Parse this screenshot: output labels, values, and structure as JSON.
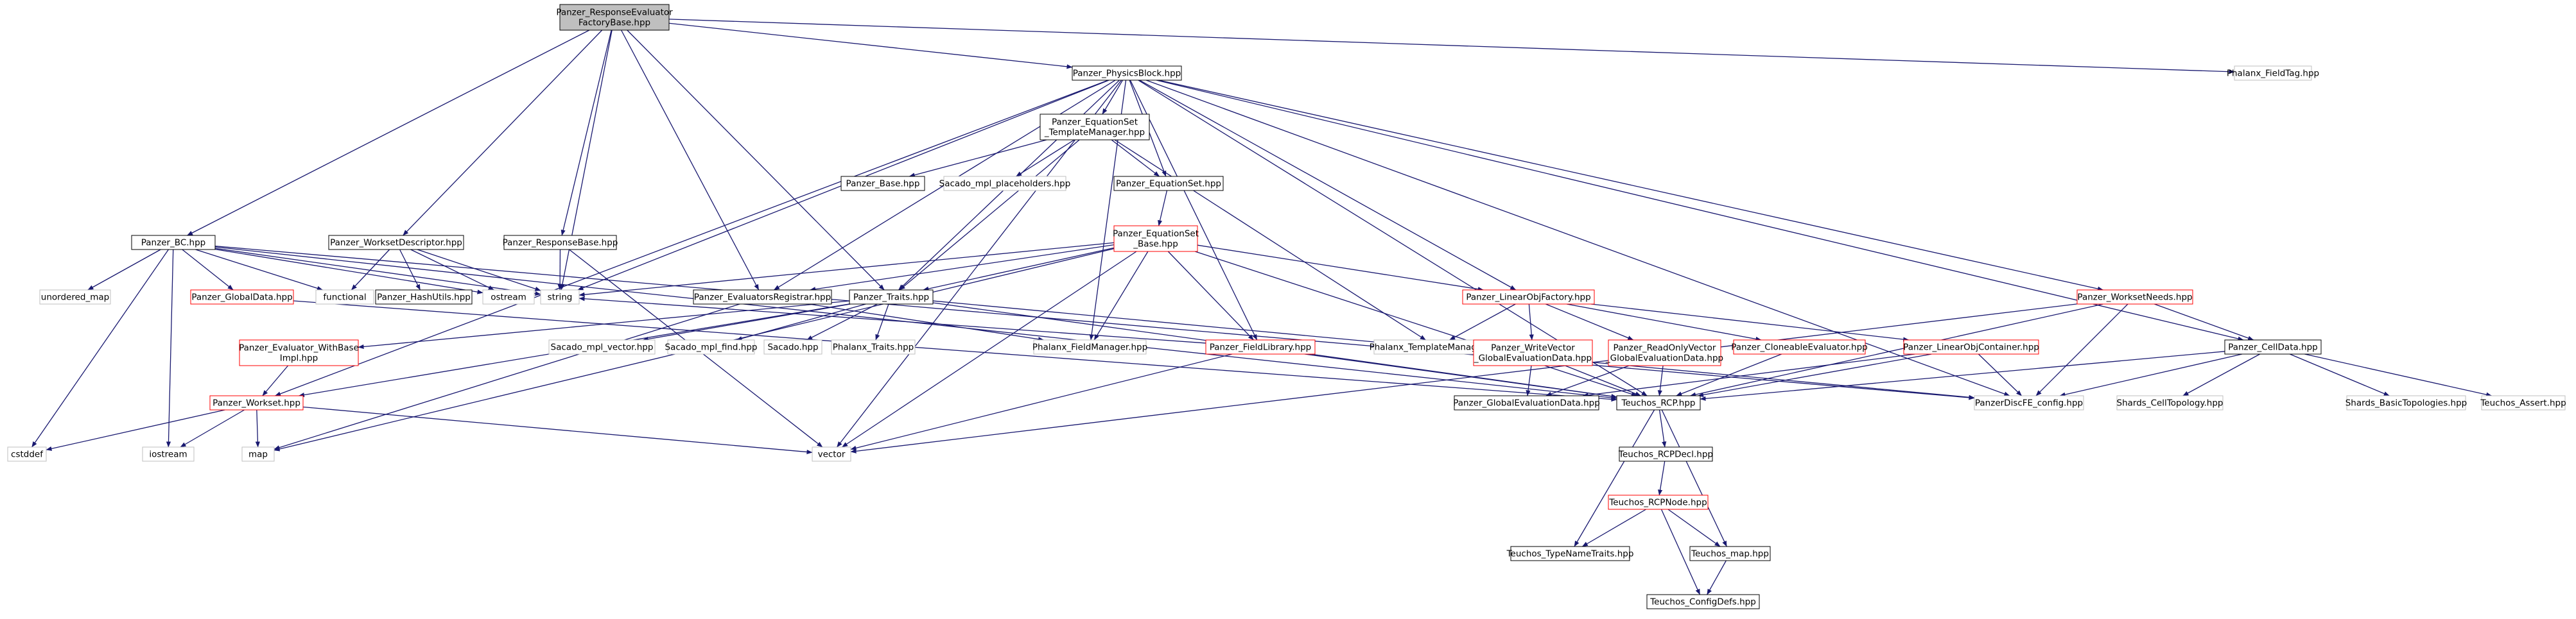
{
  "colors": {
    "edge": "#191970",
    "root_fill": "#bfbfbf",
    "border_black": "#000000",
    "border_red": "#ff0000",
    "border_gray": "#bfbfbf",
    "text": "#000000"
  },
  "nodes": [
    {
      "id": "root",
      "lines": [
        "Panzer_ResponseEvaluator",
        "FactoryBase.hpp"
      ],
      "style": "root"
    },
    {
      "id": "phx_fieldtag",
      "lines": [
        "Phalanx_FieldTag.hpp"
      ],
      "style": "gray"
    },
    {
      "id": "physicsblock",
      "lines": [
        "Panzer_PhysicsBlock.hpp"
      ],
      "style": "black"
    },
    {
      "id": "eqset_tm",
      "lines": [
        "Panzer_EquationSet",
        "_TemplateManager.hpp"
      ],
      "style": "black"
    },
    {
      "id": "panzer_base",
      "lines": [
        "Panzer_Base.hpp"
      ],
      "style": "black"
    },
    {
      "id": "sacado_mpl_ph",
      "lines": [
        "Sacado_mpl_placeholders.hpp"
      ],
      "style": "gray"
    },
    {
      "id": "eqset",
      "lines": [
        "Panzer_EquationSet.hpp"
      ],
      "style": "black"
    },
    {
      "id": "eqset_base",
      "lines": [
        "Panzer_EquationSet",
        "_Base.hpp"
      ],
      "style": "red"
    },
    {
      "id": "bc",
      "lines": [
        "Panzer_BC.hpp"
      ],
      "style": "black"
    },
    {
      "id": "worksetdesc",
      "lines": [
        "Panzer_WorksetDescriptor.hpp"
      ],
      "style": "black"
    },
    {
      "id": "responsebase",
      "lines": [
        "Panzer_ResponseBase.hpp"
      ],
      "style": "black"
    },
    {
      "id": "unordered_map",
      "lines": [
        "unordered_map"
      ],
      "style": "gray"
    },
    {
      "id": "globaldata",
      "lines": [
        "Panzer_GlobalData.hpp"
      ],
      "style": "red"
    },
    {
      "id": "functional",
      "lines": [
        "functional"
      ],
      "style": "gray"
    },
    {
      "id": "hashutils",
      "lines": [
        "Panzer_HashUtils.hpp"
      ],
      "style": "black"
    },
    {
      "id": "ostream",
      "lines": [
        "ostream"
      ],
      "style": "gray"
    },
    {
      "id": "string",
      "lines": [
        "string"
      ],
      "style": "gray"
    },
    {
      "id": "evalreg",
      "lines": [
        "Panzer_EvaluatorsRegistrar.hpp"
      ],
      "style": "black"
    },
    {
      "id": "traits",
      "lines": [
        "Panzer_Traits.hpp"
      ],
      "style": "black"
    },
    {
      "id": "linobjfactory",
      "lines": [
        "Panzer_LinearObjFactory.hpp"
      ],
      "style": "red"
    },
    {
      "id": "worksetneeds",
      "lines": [
        "Panzer_WorksetNeeds.hpp"
      ],
      "style": "red"
    },
    {
      "id": "eval_withbase",
      "lines": [
        "Panzer_Evaluator_WithBase",
        "Impl.hpp"
      ],
      "style": "red"
    },
    {
      "id": "sacado_mpl_vector",
      "lines": [
        "Sacado_mpl_vector.hpp"
      ],
      "style": "gray"
    },
    {
      "id": "sacado_mpl_find",
      "lines": [
        "Sacado_mpl_find.hpp"
      ],
      "style": "gray"
    },
    {
      "id": "sacado",
      "lines": [
        "Sacado.hpp"
      ],
      "style": "gray"
    },
    {
      "id": "phx_traits",
      "lines": [
        "Phalanx_Traits.hpp"
      ],
      "style": "gray"
    },
    {
      "id": "phx_fieldmanager",
      "lines": [
        "Phalanx_FieldManager.hpp"
      ],
      "style": "gray"
    },
    {
      "id": "fieldlibrary",
      "lines": [
        "Panzer_FieldLibrary.hpp"
      ],
      "style": "red"
    },
    {
      "id": "phx_templatemanager",
      "lines": [
        "Phalanx_TemplateManager.hpp"
      ],
      "style": "gray"
    },
    {
      "id": "writevector",
      "lines": [
        "Panzer_WriteVector",
        "_GlobalEvaluationData.hpp"
      ],
      "style": "red"
    },
    {
      "id": "readonlyvector",
      "lines": [
        "Panzer_ReadOnlyVector",
        "_GlobalEvaluationData.hpp"
      ],
      "style": "red"
    },
    {
      "id": "cloneable",
      "lines": [
        "Panzer_CloneableEvaluator.hpp"
      ],
      "style": "red"
    },
    {
      "id": "linobjcontainer",
      "lines": [
        "Panzer_LinearObjContainer.hpp"
      ],
      "style": "red"
    },
    {
      "id": "celldata",
      "lines": [
        "Panzer_CellData.hpp"
      ],
      "style": "black"
    },
    {
      "id": "workset",
      "lines": [
        "Panzer_Workset.hpp"
      ],
      "style": "red"
    },
    {
      "id": "globalevaldata",
      "lines": [
        "Panzer_GlobalEvaluationData.hpp"
      ],
      "style": "black"
    },
    {
      "id": "teuchos_rcp",
      "lines": [
        "Teuchos_RCP.hpp"
      ],
      "style": "black"
    },
    {
      "id": "discfe_config",
      "lines": [
        "PanzerDiscFE_config.hpp"
      ],
      "style": "gray"
    },
    {
      "id": "shards_celltop",
      "lines": [
        "Shards_CellTopology.hpp"
      ],
      "style": "gray"
    },
    {
      "id": "shards_basictop",
      "lines": [
        "Shards_BasicTopologies.hpp"
      ],
      "style": "gray"
    },
    {
      "id": "teuchos_assert",
      "lines": [
        "Teuchos_Assert.hpp"
      ],
      "style": "gray"
    },
    {
      "id": "cstddef",
      "lines": [
        "cstddef"
      ],
      "style": "gray"
    },
    {
      "id": "iostream",
      "lines": [
        "iostream"
      ],
      "style": "gray"
    },
    {
      "id": "map",
      "lines": [
        "map"
      ],
      "style": "gray"
    },
    {
      "id": "vector",
      "lines": [
        "vector"
      ],
      "style": "gray"
    },
    {
      "id": "teuchos_rcpdecl",
      "lines": [
        "Teuchos_RCPDecl.hpp"
      ],
      "style": "black"
    },
    {
      "id": "teuchos_rcpnode",
      "lines": [
        "Teuchos_RCPNode.hpp"
      ],
      "style": "red"
    },
    {
      "id": "teuchos_typenametraits",
      "lines": [
        "Teuchos_TypeNameTraits.hpp"
      ],
      "style": "black"
    },
    {
      "id": "teuchos_map",
      "lines": [
        "Teuchos_map.hpp"
      ],
      "style": "black"
    },
    {
      "id": "teuchos_configdefs",
      "lines": [
        "Teuchos_ConfigDefs.hpp"
      ],
      "style": "black"
    }
  ],
  "edges": [
    [
      "root",
      "phx_fieldtag"
    ],
    [
      "root",
      "physicsblock"
    ],
    [
      "root",
      "bc"
    ],
    [
      "root",
      "worksetdesc"
    ],
    [
      "root",
      "responsebase"
    ],
    [
      "root",
      "string"
    ],
    [
      "root",
      "evalreg"
    ],
    [
      "root",
      "traits"
    ],
    [
      "physicsblock",
      "eqset_tm"
    ],
    [
      "physicsblock",
      "eqset"
    ],
    [
      "physicsblock",
      "string"
    ],
    [
      "physicsblock",
      "evalreg"
    ],
    [
      "physicsblock",
      "traits"
    ],
    [
      "physicsblock",
      "linobjfactory"
    ],
    [
      "physicsblock",
      "worksetneeds"
    ],
    [
      "physicsblock",
      "celldata"
    ],
    [
      "physicsblock",
      "fieldlibrary"
    ],
    [
      "physicsblock",
      "phx_fieldmanager"
    ],
    [
      "physicsblock",
      "teuchos_rcp"
    ],
    [
      "physicsblock",
      "discfe_config"
    ],
    [
      "physicsblock",
      "vector"
    ],
    [
      "physicsblock",
      "workset"
    ],
    [
      "eqset_tm",
      "panzer_base"
    ],
    [
      "eqset_tm",
      "sacado_mpl_ph"
    ],
    [
      "eqset_tm",
      "eqset"
    ],
    [
      "eqset_tm",
      "traits"
    ],
    [
      "eqset_tm",
      "phx_templatemanager"
    ],
    [
      "eqset",
      "eqset_base"
    ],
    [
      "eqset_base",
      "string"
    ],
    [
      "eqset_base",
      "evalreg"
    ],
    [
      "eqset_base",
      "traits"
    ],
    [
      "eqset_base",
      "linobjfactory"
    ],
    [
      "eqset_base",
      "fieldlibrary"
    ],
    [
      "eqset_base",
      "phx_fieldmanager"
    ],
    [
      "eqset_base",
      "teuchos_rcp"
    ],
    [
      "eqset_base",
      "vector"
    ],
    [
      "eqset_base",
      "map"
    ],
    [
      "bc",
      "unordered_map"
    ],
    [
      "bc",
      "globaldata"
    ],
    [
      "bc",
      "functional"
    ],
    [
      "bc",
      "string"
    ],
    [
      "bc",
      "ostream"
    ],
    [
      "bc",
      "cstddef"
    ],
    [
      "bc",
      "iostream"
    ],
    [
      "bc",
      "teuchos_rcp"
    ],
    [
      "bc",
      "discfe_config"
    ],
    [
      "worksetdesc",
      "functional"
    ],
    [
      "worksetdesc",
      "hashutils"
    ],
    [
      "worksetdesc",
      "string"
    ],
    [
      "worksetdesc",
      "ostream"
    ],
    [
      "responsebase",
      "string"
    ],
    [
      "responsebase",
      "vector"
    ],
    [
      "globaldata",
      "teuchos_rcp"
    ],
    [
      "evalreg",
      "phx_fieldmanager"
    ],
    [
      "evalreg",
      "map"
    ],
    [
      "traits",
      "sacado_mpl_vector"
    ],
    [
      "traits",
      "sacado_mpl_find"
    ],
    [
      "traits",
      "sacado"
    ],
    [
      "traits",
      "phx_traits"
    ],
    [
      "traits",
      "teuchos_rcp"
    ],
    [
      "traits",
      "discfe_config"
    ],
    [
      "traits",
      "eval_withbase"
    ],
    [
      "traits",
      "workset"
    ],
    [
      "linobjfactory",
      "phx_templatemanager"
    ],
    [
      "linobjfactory",
      "writevector"
    ],
    [
      "linobjfactory",
      "readonlyvector"
    ],
    [
      "linobjfactory",
      "cloneable"
    ],
    [
      "linobjfactory",
      "linobjcontainer"
    ],
    [
      "writevector",
      "globalevaldata"
    ],
    [
      "writevector",
      "teuchos_rcp"
    ],
    [
      "readonlyvector",
      "globalevaldata"
    ],
    [
      "readonlyvector",
      "teuchos_rcp"
    ],
    [
      "cloneable",
      "teuchos_rcp"
    ],
    [
      "linobjcontainer",
      "teuchos_rcp"
    ],
    [
      "linobjcontainer",
      "discfe_config"
    ],
    [
      "linobjcontainer",
      "globalevaldata"
    ],
    [
      "fieldlibrary",
      "teuchos_rcp"
    ],
    [
      "fieldlibrary",
      "vector"
    ],
    [
      "fieldlibrary",
      "string"
    ],
    [
      "worksetneeds",
      "celldata"
    ],
    [
      "worksetneeds",
      "teuchos_rcp"
    ],
    [
      "worksetneeds",
      "discfe_config"
    ],
    [
      "worksetneeds",
      "vector"
    ],
    [
      "celldata",
      "shards_celltop"
    ],
    [
      "celldata",
      "shards_basictop"
    ],
    [
      "celldata",
      "teuchos_assert"
    ],
    [
      "celldata",
      "teuchos_rcp"
    ],
    [
      "celldata",
      "discfe_config"
    ],
    [
      "eval_withbase",
      "workset"
    ],
    [
      "workset",
      "cstddef"
    ],
    [
      "workset",
      "vector"
    ],
    [
      "workset",
      "map"
    ],
    [
      "workset",
      "iostream"
    ],
    [
      "teuchos_rcp",
      "teuchos_rcpdecl"
    ],
    [
      "teuchos_rcp",
      "teuchos_typenametraits"
    ],
    [
      "teuchos_rcp",
      "teuchos_map"
    ],
    [
      "teuchos_rcpdecl",
      "teuchos_rcpnode"
    ],
    [
      "teuchos_rcpnode",
      "teuchos_typenametraits"
    ],
    [
      "teuchos_rcpnode",
      "teuchos_map"
    ],
    [
      "teuchos_rcpnode",
      "teuchos_configdefs"
    ],
    [
      "teuchos_map",
      "teuchos_configdefs"
    ]
  ]
}
